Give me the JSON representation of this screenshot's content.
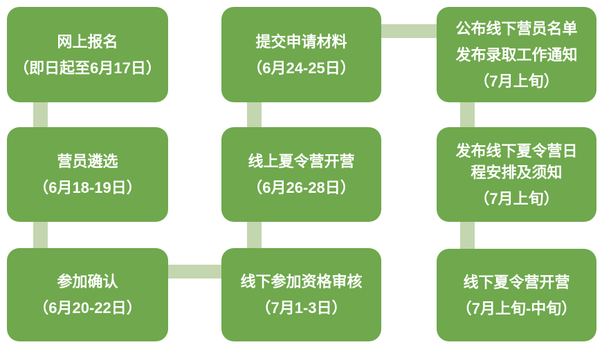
{
  "page": {
    "background": "#FFFFFF"
  },
  "colors": {
    "box_fill": "#6FA84D",
    "box_text": "#FFFFFF",
    "connector_fill": "#C3D6AF"
  },
  "flowchart": {
    "description": "Summer camp application process timeline, 9 steps in 3 columns",
    "boxes": [
      {
        "title": "网上报名",
        "title2": "",
        "date": "（即日起至6月17日）"
      },
      {
        "title": "营员遴选",
        "title2": "",
        "date": "（6月18-19日）"
      },
      {
        "title": "参加确认",
        "title2": "",
        "date": "（6月20-22日）"
      },
      {
        "title": "提交申请材料",
        "title2": "",
        "date": "（6月24-25日）"
      },
      {
        "title": "线上夏令营开营",
        "title2": "",
        "date": "（6月26-28日）"
      },
      {
        "title": "线下参加资格审核",
        "title2": "",
        "date": "（7月1-3日）"
      },
      {
        "title": "公布线下营员名单",
        "title2": "发布录取工作通知",
        "date": "（7月上旬）"
      },
      {
        "title": "发布线下夏令营日",
        "title2": "程安排及须知",
        "date": "（7月上旬）"
      },
      {
        "title": "线下夏令营开营",
        "title2": "",
        "date": "（7月上旬-中旬）"
      }
    ]
  }
}
